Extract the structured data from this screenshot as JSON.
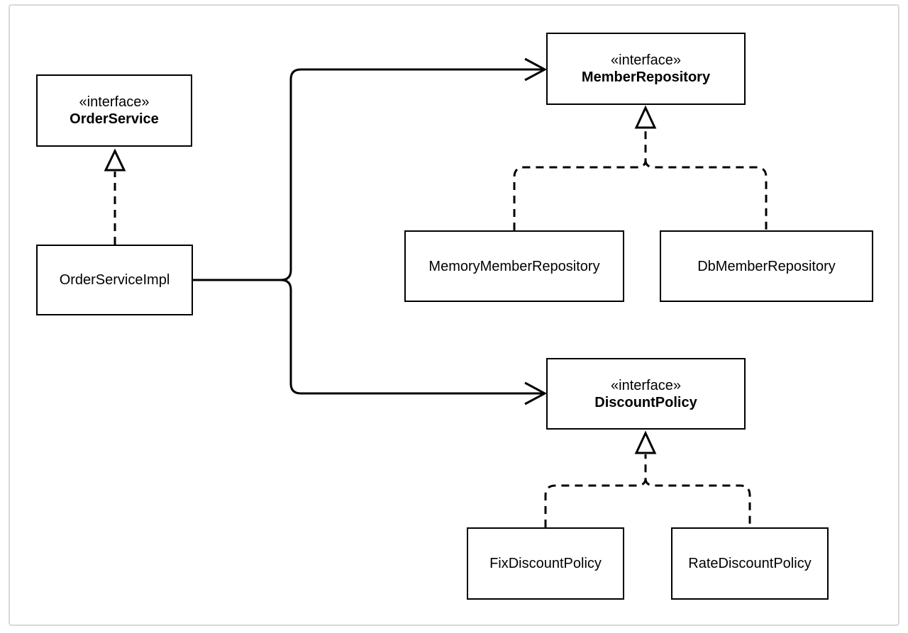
{
  "diagram": {
    "order_service": {
      "stereotype": "«interface»",
      "name": "OrderService"
    },
    "order_service_impl": {
      "name": "OrderServiceImpl"
    },
    "member_repository": {
      "stereotype": "«interface»",
      "name": "MemberRepository"
    },
    "memory_member_repository": {
      "name": "MemoryMemberRepository"
    },
    "db_member_repository": {
      "name": "DbMemberRepository"
    },
    "discount_policy": {
      "stereotype": "«interface»",
      "name": "DiscountPolicy"
    },
    "fix_discount_policy": {
      "name": "FixDiscountPolicy"
    },
    "rate_discount_policy": {
      "name": "RateDiscountPolicy"
    }
  },
  "colors": {
    "line": "#000000",
    "frame": "#d9d9d9",
    "background": "#ffffff"
  }
}
